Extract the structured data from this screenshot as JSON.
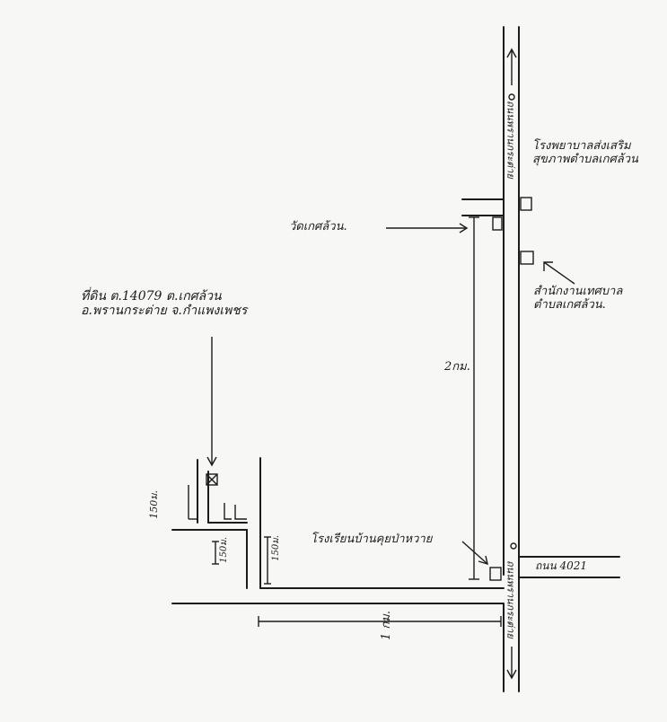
{
  "labels": {
    "school_top": "โรงพยาบาลส่งเสริม",
    "school_top_2": "สุขภาพตำบลเกศล้วน",
    "temple": "วัดเกศล้วน.",
    "office": "สำนักงานเทศบาล",
    "office_2": "ตำบลเกศล้วน.",
    "site_line1": "ที่ดิน ต.14079 ต.เกศล้วน",
    "site_line2": "อ.พรานกระต่าย จ.กำแพงเพชร",
    "distance_2km": "2กม.",
    "school_bottom": "โรงเรียนบ้านคุยป่าหวาย",
    "road_4021": "ถนน 4021",
    "road_top_vertical": "ถนนพรานกระต่าย",
    "road_bottom_vertical": "ถนนพรานกระต่าย",
    "dist_150": "150ม.",
    "dist_150_b": "150ม.",
    "dist_1km": "1 กม.",
    "dist_150_left": "150ม."
  }
}
